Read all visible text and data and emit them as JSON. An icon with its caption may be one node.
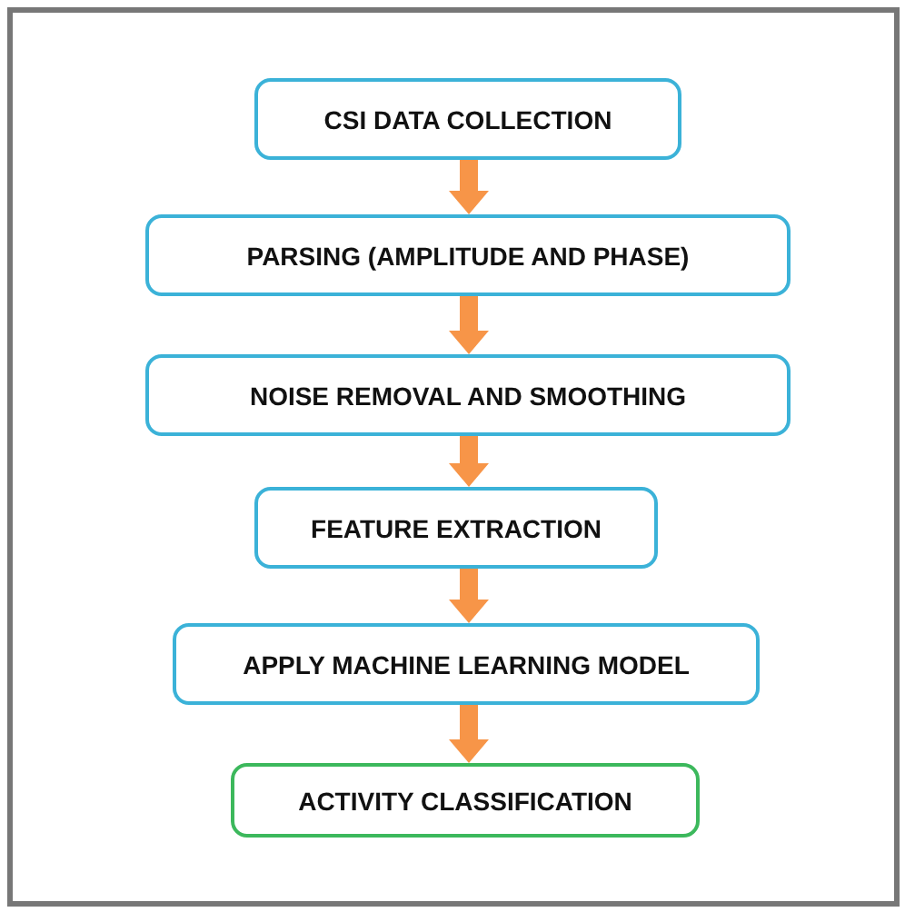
{
  "diagram": {
    "nodes": [
      {
        "text": [
          "CSI DATA COLLECTION"
        ]
      },
      {
        "text": [
          "PARSING (AMPLITUDE AND PHASE)"
        ]
      },
      {
        "text": [
          "NOISE REMOVAL AND SMOOTHING"
        ]
      },
      {
        "text": [
          "FEATURE EXTRACTION"
        ]
      },
      {
        "text": [
          "APPLY MACHINE LEARNING MODEL"
        ]
      },
      {
        "text": [
          "ACTIVITY CLASSIFICATION"
        ]
      }
    ],
    "edges": [
      {
        "from": 0,
        "to": 1,
        "arrow": "to"
      },
      {
        "from": 1,
        "to": 2,
        "arrow": "to"
      },
      {
        "from": 2,
        "to": 3,
        "arrow": "to"
      },
      {
        "from": 3,
        "to": 4,
        "arrow": "to"
      },
      {
        "from": 4,
        "to": 5,
        "arrow": "to"
      }
    ]
  }
}
